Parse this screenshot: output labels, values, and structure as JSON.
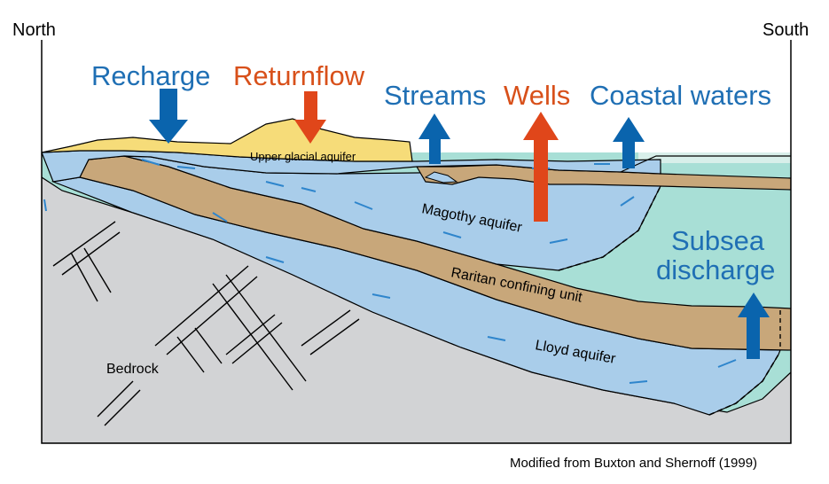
{
  "directions": {
    "north": "North",
    "south": "South"
  },
  "flux_labels": {
    "recharge": "Recharge",
    "returnflow": "Returnflow",
    "streams": "Streams",
    "wells": "Wells",
    "coastal_waters": "Coastal waters",
    "subsea_line1": "Subsea",
    "subsea_line2": "discharge"
  },
  "unit_labels": {
    "upper_glacial": "Upper glacial aquifer",
    "magothy": "Magothy aquifer",
    "raritan": "Raritan confining unit",
    "lloyd": "Lloyd aquifer",
    "bedrock": "Bedrock"
  },
  "credit": "Modified from Buxton and Shernoff (1999)",
  "colors": {
    "blue_text": "#1f6fb4",
    "red_text": "#d8501a",
    "blue_arrow": "#0a64ad",
    "red_arrow": "#e0461a",
    "aquifer": "#a9cdea",
    "confining": "#c8a77a",
    "glacial_sand": "#f6dc79",
    "seawater": "#a8dfd6",
    "bedrock": "#d2d3d5",
    "flow_arrow": "#2e85cc"
  }
}
